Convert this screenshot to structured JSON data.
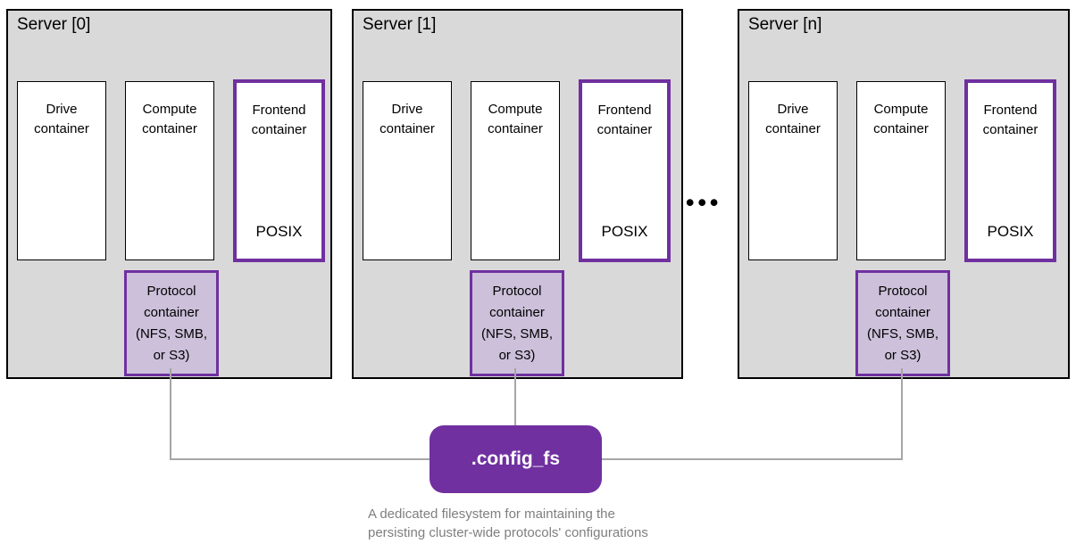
{
  "servers": [
    {
      "title": "Server [0]",
      "containers": {
        "drive": "Drive\ncontainer",
        "compute": "Compute\ncontainer",
        "frontend": "Frontend\ncontainer",
        "frontend_badge": "POSIX",
        "protocol": "Protocol\ncontainer\n(NFS, SMB,\nor S3)"
      }
    },
    {
      "title": "Server [1]",
      "containers": {
        "drive": "Drive\ncontainer",
        "compute": "Compute\ncontainer",
        "frontend": "Frontend\ncontainer",
        "frontend_badge": "POSIX",
        "protocol": "Protocol\ncontainer\n(NFS, SMB,\nor S3)"
      }
    },
    {
      "title": "Server [n]",
      "containers": {
        "drive": "Drive\ncontainer",
        "compute": "Compute\ncontainer",
        "frontend": "Frontend\ncontainer",
        "frontend_badge": "POSIX",
        "protocol": "Protocol\ncontainer\n(NFS, SMB,\nor S3)"
      }
    }
  ],
  "ellipsis": "•••",
  "config_fs": {
    "label": ".config_fs",
    "caption": "A dedicated filesystem for maintaining the\npersisting cluster-wide protocols' configurations"
  },
  "colors": {
    "server_fill": "#d9d9d9",
    "container_fill": "#ffffff",
    "accent_purple": "#7030a0",
    "protocol_fill": "#ccc0da",
    "connector_gray": "#a6a6a6",
    "caption_gray": "#7f7f7f",
    "border_black": "#000000"
  }
}
